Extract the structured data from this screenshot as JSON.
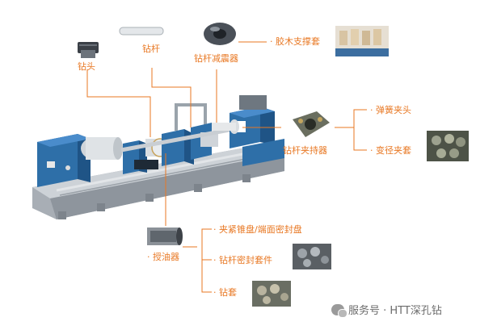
{
  "labels": {
    "drill_head": "钻头",
    "drill_rod": "钻杆",
    "rod_damper": "钻杆减震器",
    "rubber_support": "· 胶木支撑套",
    "rod_holder": "钻杆夹持器",
    "spring_collet": "· 弹簧夹头",
    "variable_collet": "· 变径夹套",
    "oil_feeder": "· 授油器",
    "clamp_cone": "· 夹紧锥盘/端面密封盘",
    "rod_seal": "· 钻杆密封套件",
    "drill_bush": "· 钻套"
  },
  "watermark": {
    "text": "服务号 · HTT深孔钻"
  },
  "colors": {
    "callout": "#e87722",
    "machine_blue": "#2e6fa8",
    "machine_grey": "#b9bec4"
  }
}
